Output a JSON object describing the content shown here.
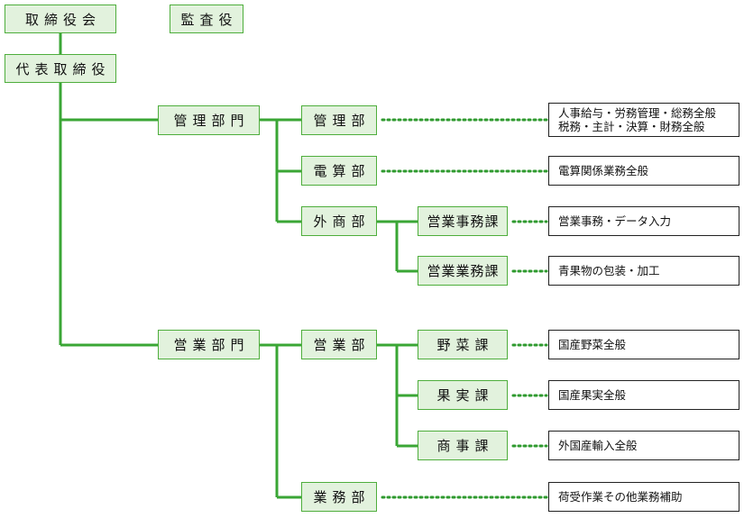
{
  "top": {
    "board": "取締役会",
    "auditor": "監査役",
    "president": "代表取締役"
  },
  "divisions": {
    "admin": {
      "label": "管理部門",
      "depts": {
        "kanri": {
          "label": "管理部",
          "desc_line1": "人事給与・労務管理・総務全般",
          "desc_line2": "税務・主計・決算・財務全般"
        },
        "densan": {
          "label": "電算部",
          "desc": "電算関係業務全般"
        },
        "gaisho": {
          "label": "外商部",
          "sections": {
            "eigyo_jimu": {
              "label": "営業事務課",
              "desc": "営業事務・データ入力"
            },
            "eigyo_gyomu": {
              "label": "営業業務課",
              "desc": "青果物の包装・加工"
            }
          }
        }
      }
    },
    "sales": {
      "label": "営業部門",
      "depts": {
        "eigyo": {
          "label": "営業部",
          "sections": {
            "yasai": {
              "label": "野菜課",
              "desc": "国産野菜全般"
            },
            "kajitsu": {
              "label": "果実課",
              "desc": "国産果実全般"
            },
            "shoji": {
              "label": "商事課",
              "desc": "外国産輸入全般"
            }
          }
        },
        "gyomu": {
          "label": "業務部",
          "desc": "荷受作業その他業務補助"
        }
      }
    }
  },
  "colors": {
    "box_fill": "#e2f2dd",
    "box_border": "#4eae3c",
    "line": "#3aa635",
    "dotted": "#2f9a2f"
  }
}
